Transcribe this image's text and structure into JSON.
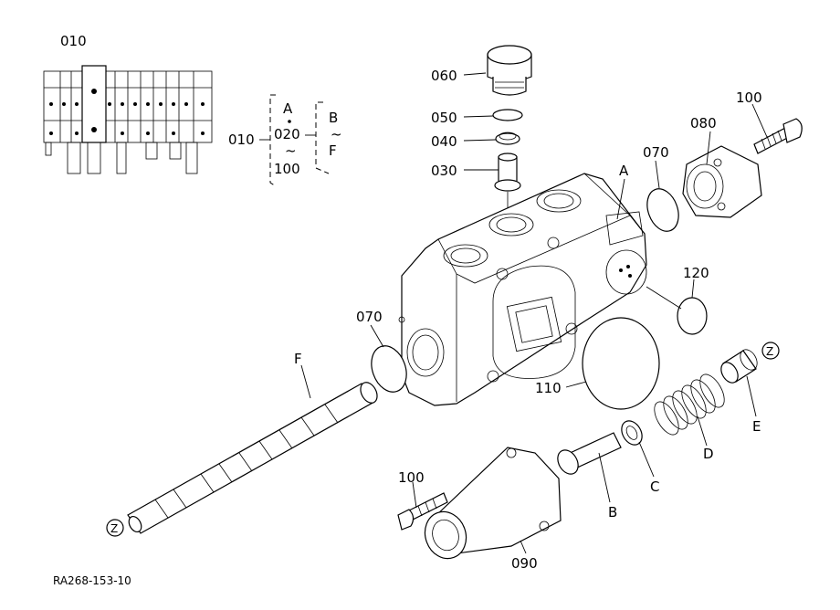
{
  "diagram": {
    "thumb_label": "010",
    "assembly": {
      "main": "010",
      "col_top": "A",
      "col_mid": "020",
      "col_tilde": "~",
      "col_bot": "100",
      "right_top": "B",
      "right_tilde": "~",
      "right_bot": "F"
    },
    "callouts": {
      "c060": "060",
      "c050": "050",
      "c040": "040",
      "c030": "030",
      "cA_top": "A",
      "c070_top": "070",
      "c080": "080",
      "c100_top": "100",
      "c120": "120",
      "c070_left": "070",
      "cF": "F",
      "c110": "110",
      "cZ_right": "Z",
      "cE": "E",
      "cD": "D",
      "cC": "C",
      "cB": "B",
      "c100_bottom": "100",
      "cZ_left": "Z",
      "c090": "090"
    },
    "footer_code": "RA268-153-10"
  }
}
